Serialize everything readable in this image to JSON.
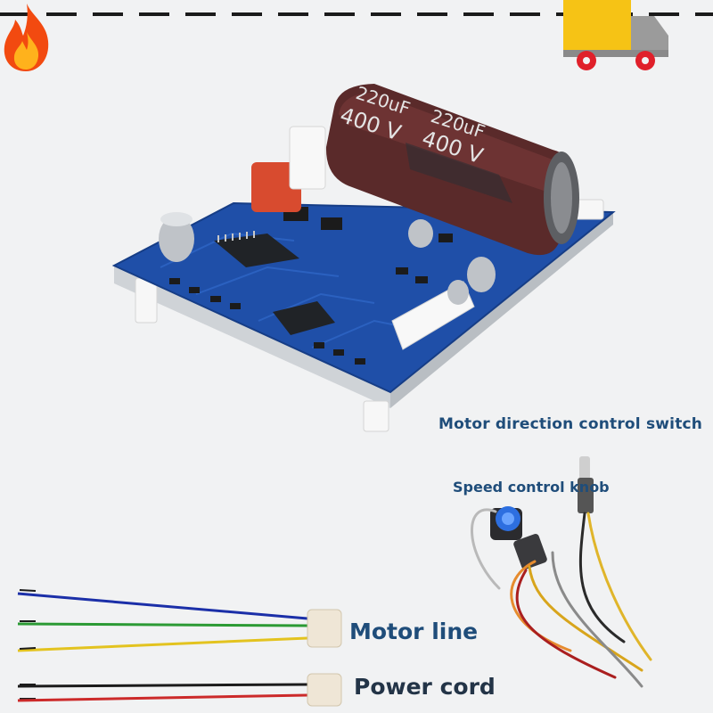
{
  "header": {
    "icons": [
      "fire-icon",
      "delivery-truck-icon"
    ],
    "colors": {
      "dash": "#1b1b1b",
      "flame_outer": "#f24a10",
      "flame_inner": "#ffb21c",
      "truck_cargo": "#f6c315",
      "truck_cab": "#9b9b9b",
      "truck_wheels": "#e0202a"
    }
  },
  "board": {
    "capacitor_text_line1": "220uF",
    "capacitor_text_line2": "400 V",
    "pcb_color": "#1f4fa8"
  },
  "labels": {
    "direction_switch": "Motor direction control switch",
    "speed_knob": "Speed control knob",
    "motor_line": "Motor line",
    "power_cord": "Power cord"
  },
  "colors": {
    "label_text": "#1f4d7a"
  }
}
